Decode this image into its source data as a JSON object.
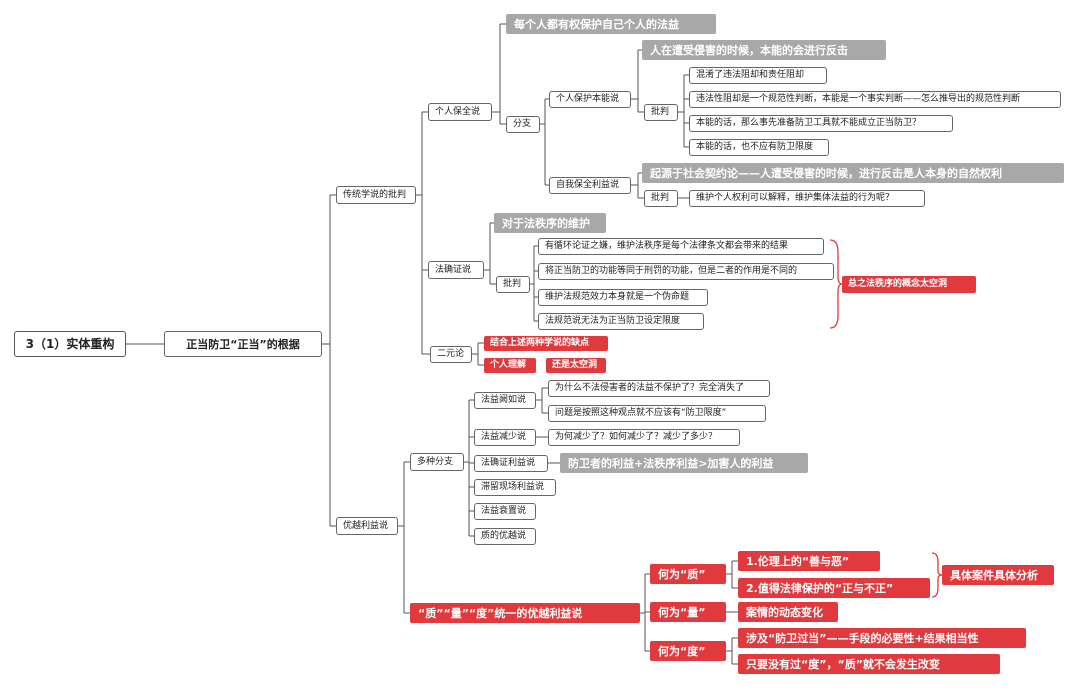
{
  "root": "3（1）实体重构",
  "topic": "正当防卫“正当”的根据",
  "traditional": "传统学说的批判",
  "personal_protection": "个人保全说",
  "pp_gray": "每个人都有权保护自己个人的法益",
  "branch": "分支",
  "instinct": "个人保护本能说",
  "instinct_gray": "人在遭受侵害的时候，本能的会进行反击",
  "critique": "批判",
  "instinct_critiques": [
    "混淆了违法阻却和责任阻却",
    "违法性阻却是一个规范性判断，本能是一个事实判断——怎么推导出的规范性判断",
    "本能的话，那么事先准备防卫工具就不能成立正当防卫？",
    "本能的话，也不应有防卫限度"
  ],
  "self_preserve": "自我保全利益说",
  "self_gray": "起源于社会契约论——人遭受侵害的时候，进行反击是人本身的自然权利",
  "self_critique": "维护个人权利可以解释，维护集体法益的行为呢？",
  "legal_cert": "法确证说",
  "legal_gray": "对于法秩序的维护",
  "legal_critiques": [
    "有循环论证之嫌，维护法秩序是每个法律条文都会带来的结果",
    "将正当防卫的功能等同于刑罚的功能，但是二者的作用是不同的",
    "维护法规范效力本身就是一个伪命题",
    "法规范说无法为正当防卫设定限度"
  ],
  "legal_summary": "总之法秩序的概念太空洞",
  "dualism": "二元论",
  "dual_red1": "结合上述两种学说的缺点",
  "dual_red2": "个人理解",
  "dual_red3": "还是太空洞",
  "superior": "优越利益说",
  "multi": "多种分支",
  "sub_branches": [
    "法益阙如说",
    "法益减少说",
    "法确证利益说",
    "滞留现场利益说",
    "法益衰置说",
    "质的优越说"
  ],
  "absence_notes": [
    "为什么不法侵害者的法益不保护了？完全消失了",
    "问题是按照这种观点就不应该有“防卫限度”"
  ],
  "reduce_note": "为何减少了？如何减少了？减少了多少？",
  "confirm_gray": "防卫者的利益+法秩序利益>加害人的利益",
  "unified": "“质”“量”“度”统一的优越利益说",
  "what_quality": "何为“质”",
  "quality_items": [
    "1.伦理上的“善与恶”",
    "2.值得法律保护的“正与不正”"
  ],
  "quality_summary": "具体案件具体分析",
  "what_quantity": "何为“量”",
  "quantity_item": "案情的动态变化",
  "what_degree": "何为“度”",
  "degree_items": [
    "涉及“防卫过当”——手段的必要性+结果相当性",
    "只要没有过“度”，“质”就不会发生改变"
  ],
  "colors": {
    "line": "#555555",
    "gray": "#a8a8a8",
    "red": "#e03a3e",
    "brace": "#e03a3e"
  }
}
